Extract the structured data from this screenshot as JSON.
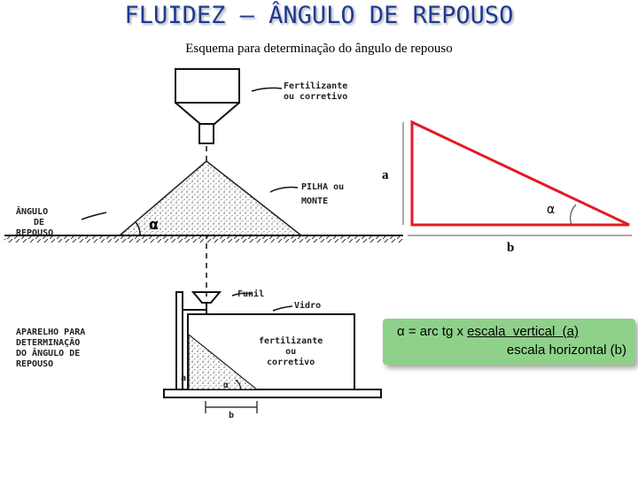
{
  "title": "FLUIDEZ –  ÂNGULO DE REPOUSO",
  "subtitle": "Esquema para determinação do ângulo de repouso",
  "sketch": {
    "fertilizante_1": "Fertilizante",
    "fertilizante_2": "ou corretivo",
    "pilha_1": "PILHA ou",
    "pilha_2": "MONTE",
    "angulo_1": "ÂNGULO",
    "angulo_2": "DE",
    "angulo_3": "REPOUSO",
    "alpha": "α",
    "funil": "Funil",
    "vidro": "Vidro",
    "fert2_1": "fertilizante",
    "fert2_2": "ou",
    "fert2_3": "corretivo",
    "aparelho_1": "APARELHO PARA",
    "aparelho_2": "DETERMINAÇÃO",
    "aparelho_3": "DO ÂNGULO DE",
    "aparelho_4": "REPOUSO",
    "small_a": "a",
    "small_alpha": "α",
    "small_b": "b"
  },
  "triangle": {
    "label_a": "a",
    "label_b": "b",
    "label_alpha": "α",
    "stroke_color": "#e31b23"
  },
  "formula": {
    "alpha": "α",
    "prefix": " = arc tg x ",
    "numerator": "escala  vertical  (a)",
    "denominator": "escala horizontal (b)",
    "background": "#8fd18a"
  }
}
